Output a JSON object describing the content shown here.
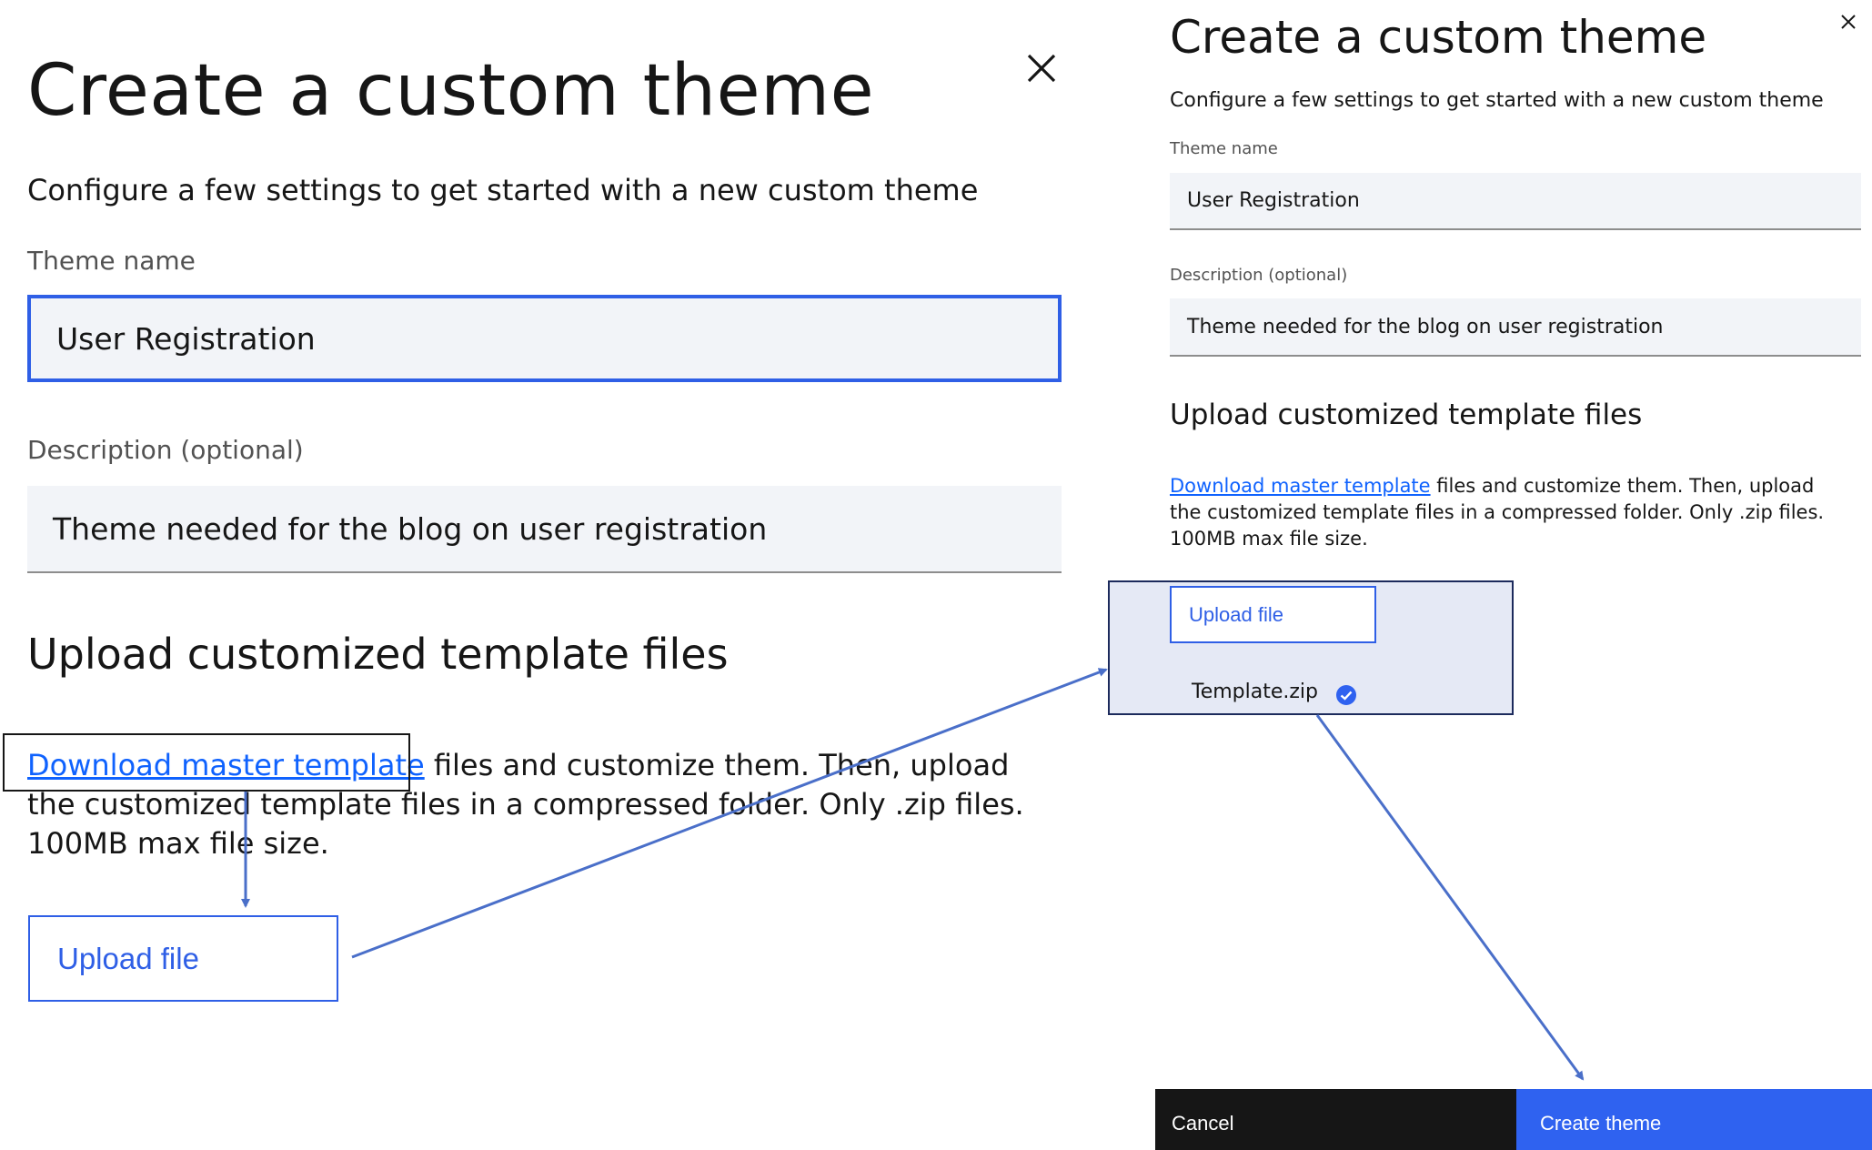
{
  "left": {
    "title": "Create a custom theme",
    "subtitle": "Configure a few settings to get started with a new custom theme",
    "theme_name_label": "Theme name",
    "theme_name_value": "User Registration",
    "description_label": "Description (optional)",
    "description_value": "Theme needed for the blog on user registration",
    "upload_heading": "Upload customized template files",
    "download_link": "Download master template",
    "paragraph_rest": " files and customize them. Then, upload the customized template files in a compressed folder. Only .zip files. 100MB max file size.",
    "upload_button": "Upload file"
  },
  "right": {
    "title": "Create a custom theme",
    "subtitle": "Configure a few settings to get started with a new custom theme",
    "theme_name_label": "Theme name",
    "theme_name_value": "User Registration",
    "description_label": "Description (optional)",
    "description_value": "Theme needed for the blog on user registration",
    "upload_heading": "Upload customized template files",
    "download_link": "Download master template",
    "paragraph_rest": " files and customize them. Then, upload the customized template files in a compressed folder. Only .zip files. 100MB max file size.",
    "upload_button": "Upload file",
    "uploaded_file": "Template.zip",
    "cancel_button": "Cancel",
    "create_button": "Create theme"
  },
  "icons": {
    "close": "close-icon",
    "check": "checkmark-filled-icon"
  },
  "colors": {
    "primary": "#0f62fe",
    "arrow": "#4a6fc9",
    "footer_dark": "#161616",
    "footer_primary": "#2f62f0"
  }
}
